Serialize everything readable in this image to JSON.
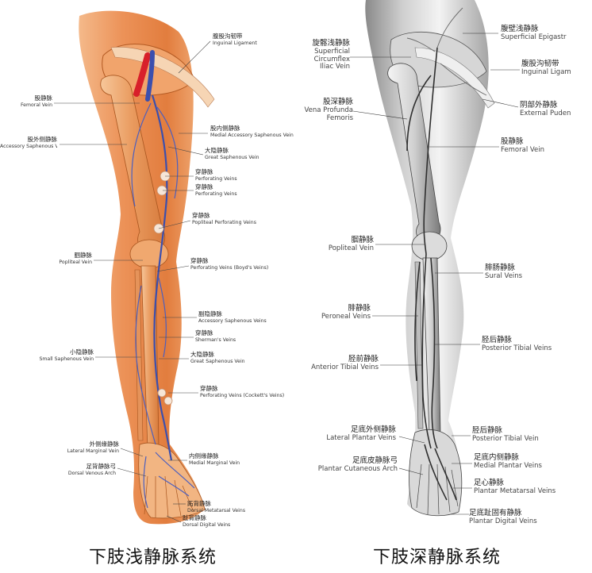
{
  "captions": {
    "left": "下肢浅静脉系统",
    "right": "下肢深静脉系统"
  },
  "left_labels": {
    "inguinal_ligament": {
      "zh": "腹股沟韧带",
      "en": "Inguinal Ligament"
    },
    "femoral_vein": {
      "zh": "股静脉",
      "en": "Femoral Vein"
    },
    "medial_accessory_saphenous": {
      "zh": "股内侧静脉",
      "en": "Medial Accessory Saphenous Vein"
    },
    "lateral_accessory_saphenous": {
      "zh": "股外侧静脉",
      "en": "Accessory Saphenous Vein"
    },
    "great_saphenous_1": {
      "zh": "大隐静脉",
      "en": "Great Saphenous Vein"
    },
    "perforating_1": {
      "zh": "穿静脉",
      "en": "Perforating Veins"
    },
    "perforating_2": {
      "zh": "穿静脉",
      "en": "Perforating Veins"
    },
    "popliteal_perforating": {
      "zh": "穿静脉",
      "en": "Popliteal Perforating Veins"
    },
    "popliteal_vein": {
      "zh": "腘静脉",
      "en": "Popliteal Vein"
    },
    "boyds_veins": {
      "zh": "穿静脉",
      "en": "Perforating Veins (Boyd's Veins)"
    },
    "accessory_saphenous": {
      "zh": "副隐静脉",
      "en": "Accessory Saphenous Veins"
    },
    "shermans_veins": {
      "zh": "穿静脉",
      "en": "Sherman's Veins"
    },
    "small_saphenous": {
      "zh": "小隐静脉",
      "en": "Small Saphenous Vein"
    },
    "great_saphenous_2": {
      "zh": "大隐静脉",
      "en": "Great Saphenous Vein"
    },
    "cocketts_veins": {
      "zh": "穿静脉",
      "en": "Perforating Veins (Cockett's Veins)"
    },
    "lateral_marginal": {
      "zh": "外侧缘静脉",
      "en": "Lateral Marginal Vein"
    },
    "dorsal_venous_arch": {
      "zh": "足背静脉弓",
      "en": "Dorsal Venous Arch"
    },
    "medial_marginal": {
      "zh": "内侧缘静脉",
      "en": "Medial Marginal Vein"
    },
    "dorsal_metatarsal": {
      "zh": "跖背静脉",
      "en": "Dorsal Metatarsal Veins"
    },
    "dorsal_digital": {
      "zh": "趾背静脉",
      "en": "Dorsal Digital Veins"
    }
  },
  "right_labels": {
    "superficial_epigastric": {
      "zh": "腹壁浅静脉",
      "en": "Superficial Epigastr"
    },
    "circumflex_iliac": {
      "zh": "旋髂浅静脉",
      "en1": "Superficial",
      "en2": "Circumflex",
      "en3": "Iliac Vein"
    },
    "inguinal_ligament": {
      "zh": "腹股沟韧带",
      "en": "Inguinal Ligam"
    },
    "vena_profunda": {
      "zh": "股深静脉",
      "en1": "Vena Profunda",
      "en2": "Femoris"
    },
    "external_pudendal": {
      "zh": "阴部外静脉",
      "en": "External Puden"
    },
    "femoral_vein": {
      "zh": "股静脉",
      "en": "Femoral Vein"
    },
    "popliteal_vein": {
      "zh": "腘静脉",
      "en": "Popliteal Vein"
    },
    "sural_veins": {
      "zh": "腓肠静脉",
      "en": "Sural Veins"
    },
    "peroneal_veins": {
      "zh": "腓静脉",
      "en": "Peroneal Veins"
    },
    "posterior_tibial": {
      "zh": "胫后静脉",
      "en": "Posterior Tibial Veins"
    },
    "anterior_tibial": {
      "zh": "胫前静脉",
      "en": "Anterior Tibial Veins"
    },
    "lateral_plantar": {
      "zh": "足底外侧静脉",
      "en": "Lateral Plantar Veins"
    },
    "posterior_tibial_vein": {
      "zh": "胫后静脉",
      "en": "Posterior Tibial Vein"
    },
    "plantar_cutaneous_arch": {
      "zh": "足底皮静脉弓",
      "en": "Plantar Cutaneous Arch"
    },
    "medial_plantar": {
      "zh": "足底内侧静脉",
      "en": "Medial Plantar Veins"
    },
    "plantar_metatarsal": {
      "zh": "足心静脉",
      "en": "Plantar Metatarsal Veins"
    },
    "plantar_digital": {
      "zh": "足底趾固有静脉",
      "en": "Plantar Digital Veins"
    }
  },
  "colors": {
    "skin_light": "#f6c9a0",
    "skin_mid": "#e98a4c",
    "skin_dark": "#c85a22",
    "vein_blue": "#3b4fae",
    "artery_red": "#d8202a",
    "gray_light": "#e9e9e9",
    "gray_mid": "#9a9a9a",
    "gray_dark": "#3a3a3a"
  }
}
